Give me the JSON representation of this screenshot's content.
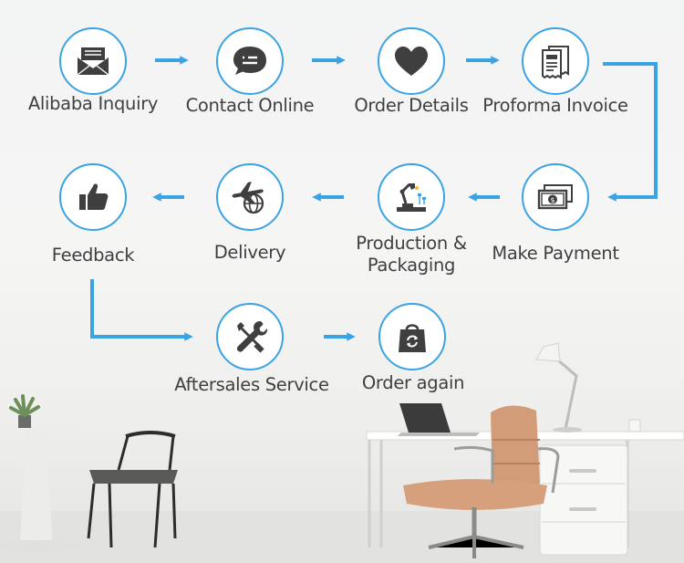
{
  "colors": {
    "accent": "#3aa3e3",
    "icon": "#3f3f3f",
    "text": "#3f3f3f"
  },
  "steps": [
    {
      "id": "alibaba-inquiry",
      "icon": "envelope-icon",
      "label": "Alibaba Inquiry"
    },
    {
      "id": "contact-online",
      "icon": "chat-bubble-icon",
      "label": "Contact Online"
    },
    {
      "id": "order-details",
      "icon": "heart-icon",
      "label": "Order Details"
    },
    {
      "id": "proforma-invoice",
      "icon": "invoice-icon",
      "label": "Proforma Invoice"
    },
    {
      "id": "make-payment",
      "icon": "cash-icon",
      "label": "Make Payment"
    },
    {
      "id": "production-packaging",
      "icon": "production-icon",
      "label": [
        "Production &",
        "Packaging"
      ]
    },
    {
      "id": "delivery",
      "icon": "airplane-globe-icon",
      "label": "Delivery"
    },
    {
      "id": "feedback",
      "icon": "thumbs-up-icon",
      "label": "Feedback"
    },
    {
      "id": "aftersales-service",
      "icon": "tools-icon",
      "label": "Aftersales Service"
    },
    {
      "id": "order-again",
      "icon": "shopping-bag-icon",
      "label": "Order again"
    }
  ]
}
